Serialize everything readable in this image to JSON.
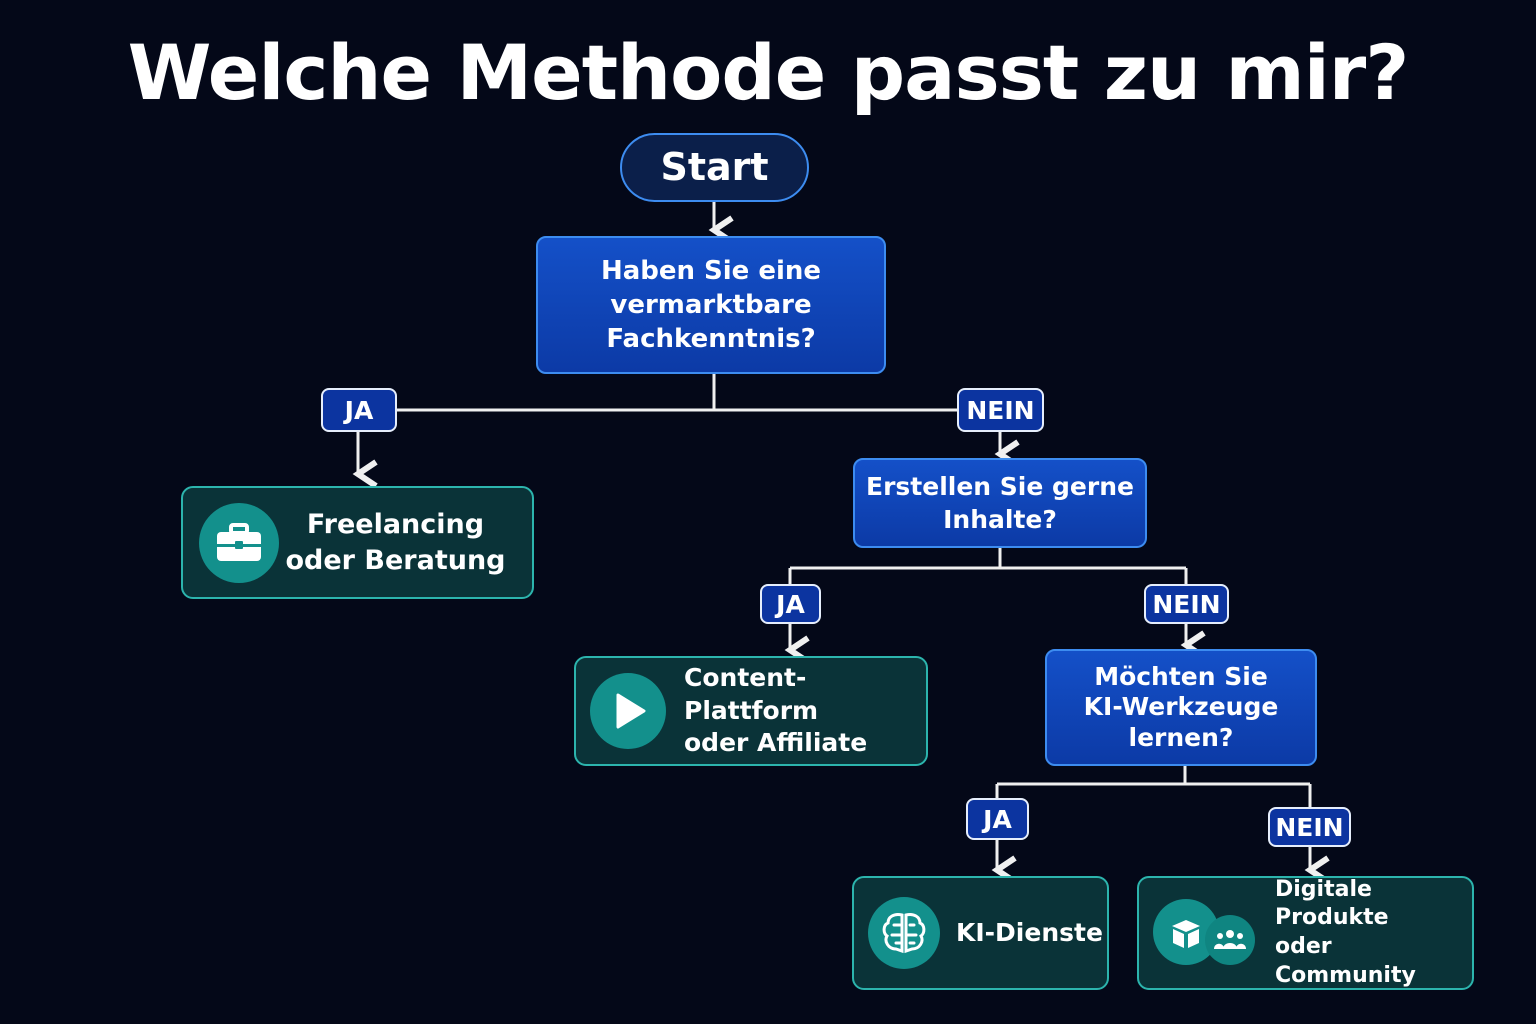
{
  "title": "Welche Methode passt zu mir?",
  "start": "Start",
  "questions": [
    {
      "lines": [
        "Haben Sie eine",
        "vermarktbare",
        "Fachkenntnis?"
      ]
    },
    {
      "lines": [
        "Erstellen Sie gerne",
        "Inhalte?"
      ]
    },
    {
      "lines": [
        "Möchten Sie",
        "KI-Werkzeuge",
        "lernen?"
      ]
    }
  ],
  "yes": "JA",
  "no": "NEIN",
  "results": [
    {
      "lines": [
        "Freelancing",
        "oder Beratung"
      ],
      "icon": "briefcase-icon"
    },
    {
      "lines": [
        "Content-Plattform",
        "oder Affiliate"
      ],
      "icon": "play-icon"
    },
    {
      "lines": [
        "KI-Dienste"
      ],
      "icon": "brain-circuit-icon"
    },
    {
      "lines": [
        "Digitale Produkte",
        "oder Community"
      ],
      "icon": "box-and-people-icon"
    }
  ],
  "colors": {
    "background": "#040818",
    "question": "#1450c8",
    "result": "#0a3338",
    "accent": "#2cb4ad"
  }
}
